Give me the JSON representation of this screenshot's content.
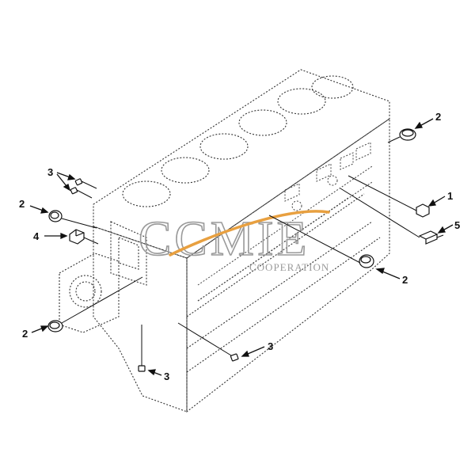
{
  "callouts": {
    "c1": "1",
    "c2a": "2",
    "c2b": "2",
    "c2c": "2",
    "c2d": "2",
    "c3a": "3",
    "c3b": "3",
    "c3c": "3",
    "c4": "4",
    "c5": "5"
  },
  "watermark": {
    "brand": "CCMIE",
    "sub": "COOPERATION"
  },
  "colors": {
    "ink": "#2a2a2a",
    "watermark_gray": "#9a9a9a",
    "watermark_orange": "#e8a040"
  }
}
